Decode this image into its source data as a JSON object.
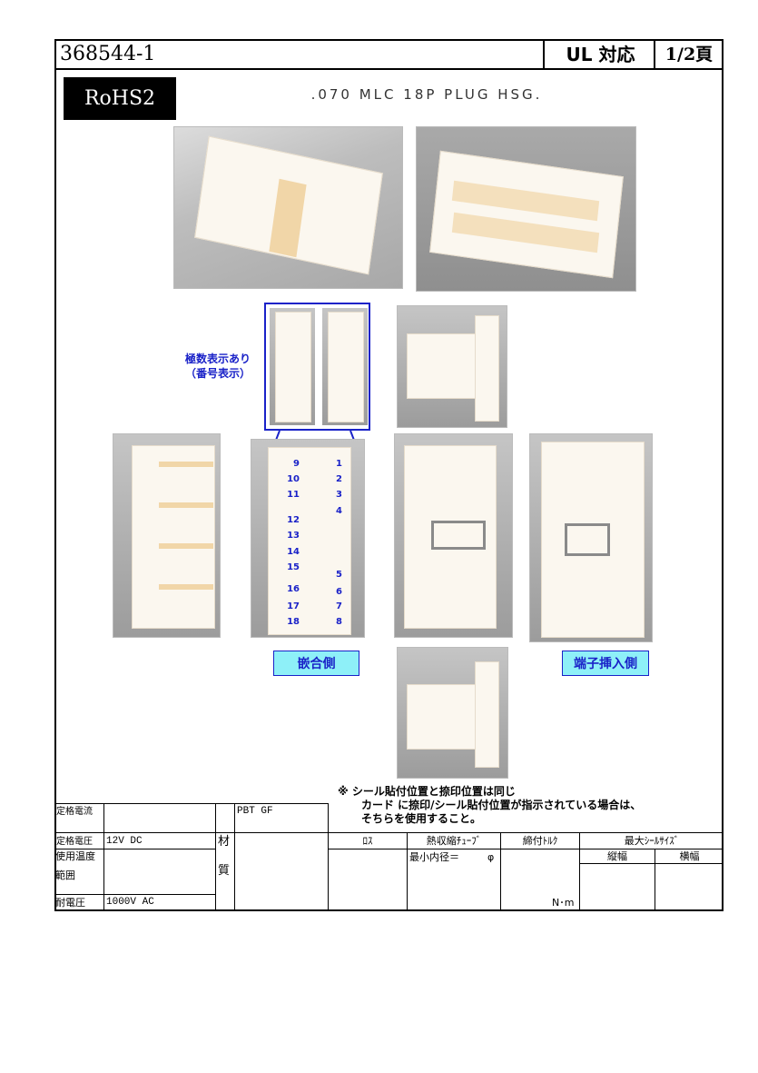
{
  "header": {
    "part_number": "368544-1",
    "ul_label": "UL 対応",
    "page_label": "1/2頁",
    "rohs": "RoHS2",
    "title": ".070 MLC 18P PLUG HSG."
  },
  "annotations": {
    "pole_display_line1": "極数表示あり",
    "pole_display_line2": "（番号表示）",
    "mating_side": "嵌合側",
    "terminal_side": "端子挿入側"
  },
  "pins_left": [
    "9",
    "10",
    "11",
    "12",
    "13",
    "14",
    "15",
    "16",
    "17",
    "18"
  ],
  "pins_right": [
    "1",
    "2",
    "3",
    "4",
    "5",
    "6",
    "7",
    "8"
  ],
  "pins_back_left": [
    "1",
    "2",
    "3",
    "4",
    "5",
    "6",
    "7",
    "8"
  ],
  "pins_back_right": [
    "9",
    "10",
    "11",
    "12",
    "13",
    "14",
    "15",
    "16",
    "17",
    "18"
  ],
  "note": {
    "line1": "※ シール貼付位置と捺印位置は同じ",
    "line2": "カード に捺印/シール貼付位置が指示されている場合は、",
    "line3": "そちらを使用すること。"
  },
  "table": {
    "rated_current_label": "定格電流",
    "rated_current_value": "",
    "rated_voltage_label": "定格電圧",
    "rated_voltage_value": "12V DC",
    "temp_label_1": "使用温度",
    "temp_label_2": "範囲",
    "temp_value": "",
    "withstand_label": "耐電圧",
    "withstand_value": "1000V AC",
    "material_label_1": "材",
    "material_label_2": "質",
    "material_value": "PBT GF",
    "ros_label": "ﾛｽ",
    "tube_label": "熱収縮ﾁｭｰﾌﾞ",
    "tube_min_label": "最小内径＝",
    "tube_unit": "φ",
    "torque_label": "締付ﾄﾙｸ",
    "torque_unit": "N･m",
    "seal_label": "最大ｼｰﾙｻｲｽﾞ",
    "seal_h": "縦幅",
    "seal_w": "横幅"
  }
}
